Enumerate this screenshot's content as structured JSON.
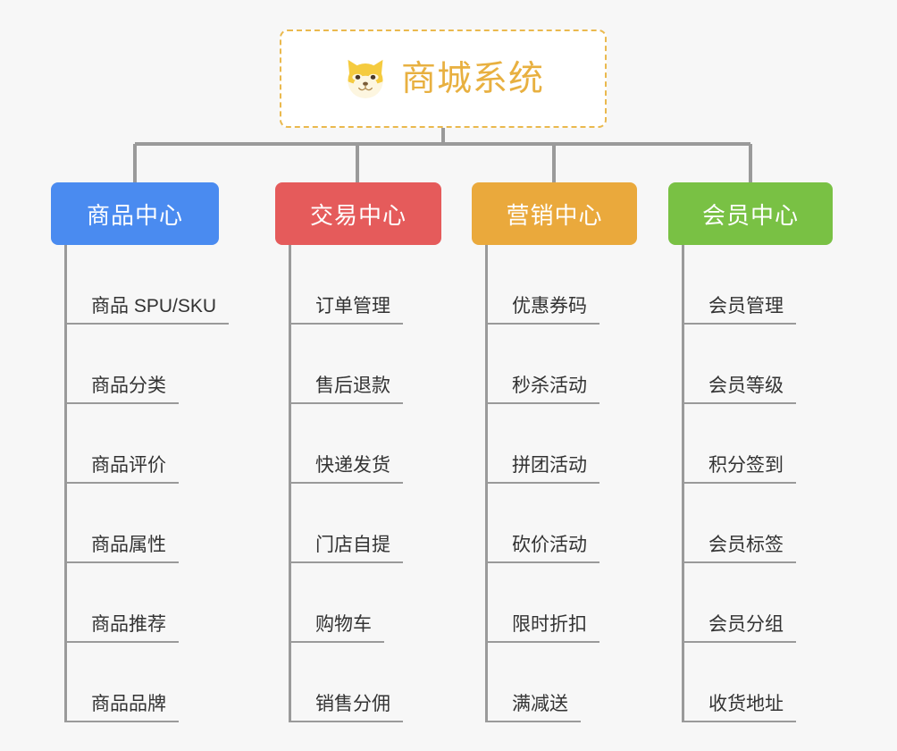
{
  "page": {
    "background_color": "#f7f7f7",
    "title": "商城系统",
    "type": "mindmap"
  },
  "root": {
    "label": "商城系统",
    "icon": "shiba-dog-face-emoji",
    "text_color": "#e8b040",
    "border_color": "#eab94e",
    "background_color": "#ffffff"
  },
  "connector_color": "#9a9a9a",
  "branches": [
    {
      "label": "商品中心",
      "color": "#4a8bf0",
      "items": [
        {
          "label": "商品 SPU/SKU"
        },
        {
          "label": "商品分类"
        },
        {
          "label": "商品评价"
        },
        {
          "label": "商品属性"
        },
        {
          "label": "商品推荐"
        },
        {
          "label": "商品品牌"
        }
      ]
    },
    {
      "label": "交易中心",
      "color": "#e55b5b",
      "items": [
        {
          "label": "订单管理"
        },
        {
          "label": "售后退款"
        },
        {
          "label": "快递发货"
        },
        {
          "label": "门店自提"
        },
        {
          "label": "购物车"
        },
        {
          "label": "销售分佣"
        }
      ]
    },
    {
      "label": "营销中心",
      "color": "#eaa93c",
      "items": [
        {
          "label": "优惠券码"
        },
        {
          "label": "秒杀活动"
        },
        {
          "label": "拼团活动"
        },
        {
          "label": "砍价活动"
        },
        {
          "label": "限时折扣"
        },
        {
          "label": "满减送"
        }
      ]
    },
    {
      "label": "会员中心",
      "color": "#79c144",
      "items": [
        {
          "label": "会员管理"
        },
        {
          "label": "会员等级"
        },
        {
          "label": "积分签到"
        },
        {
          "label": "会员标签"
        },
        {
          "label": "会员分组"
        },
        {
          "label": "收货地址"
        }
      ]
    }
  ]
}
